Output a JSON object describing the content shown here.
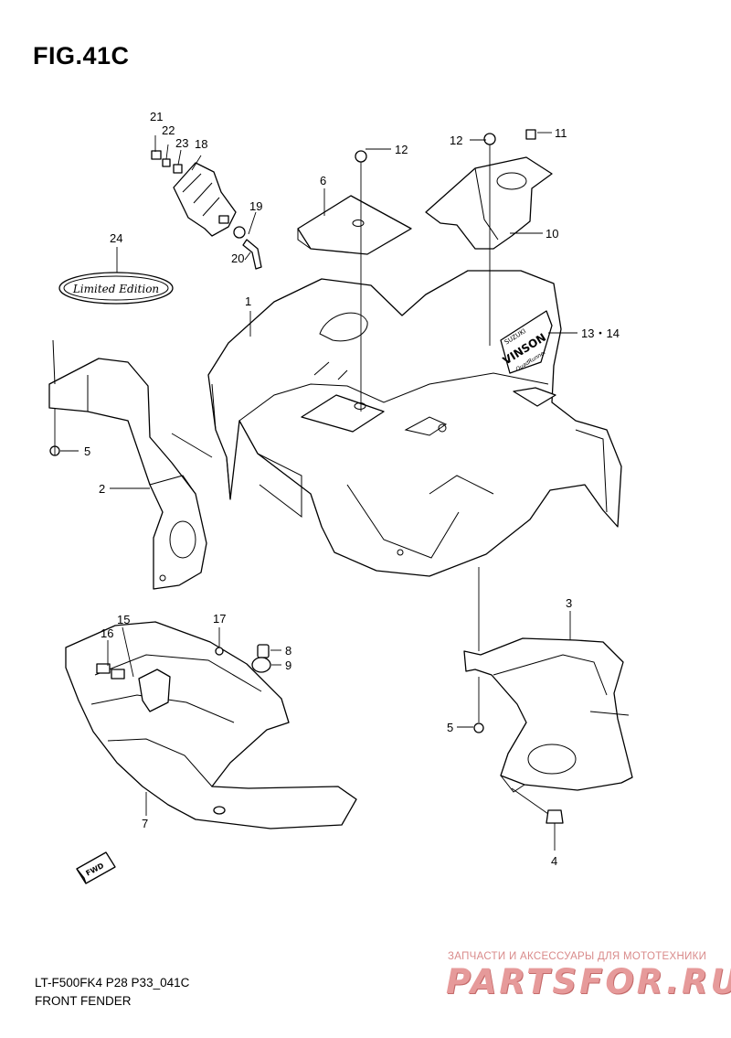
{
  "figure": {
    "title": "FIG.41C",
    "model_code": "LT-F500FK4 P28 P33_041C",
    "section_name": "FRONT FENDER"
  },
  "callouts": {
    "c1": "1",
    "c2": "2",
    "c3": "3",
    "c4": "4",
    "c5a": "5",
    "c5b": "5",
    "c6": "6",
    "c7": "7",
    "c8": "8",
    "c9": "9",
    "c10": "10",
    "c11": "11",
    "c12a": "12",
    "c12b": "12",
    "c13_14": "13・14",
    "c15": "15",
    "c16": "16",
    "c17": "17",
    "c18": "18",
    "c19": "19",
    "c20": "20",
    "c21": "21",
    "c22": "22",
    "c23": "23",
    "c24": "24"
  },
  "emblem": {
    "text": "Limited Edition"
  },
  "decal": {
    "text": "VINSON",
    "brand": "SUZUKI",
    "sub": "QuadRunner"
  },
  "fwd_marker": {
    "text": "FWD"
  },
  "watermark": {
    "tagline": "ЗАПЧАСТИ И АКСЕССУАРЫ ДЛЯ МОТОТЕХНИКИ",
    "logo": "PARTSFOR.RU"
  }
}
